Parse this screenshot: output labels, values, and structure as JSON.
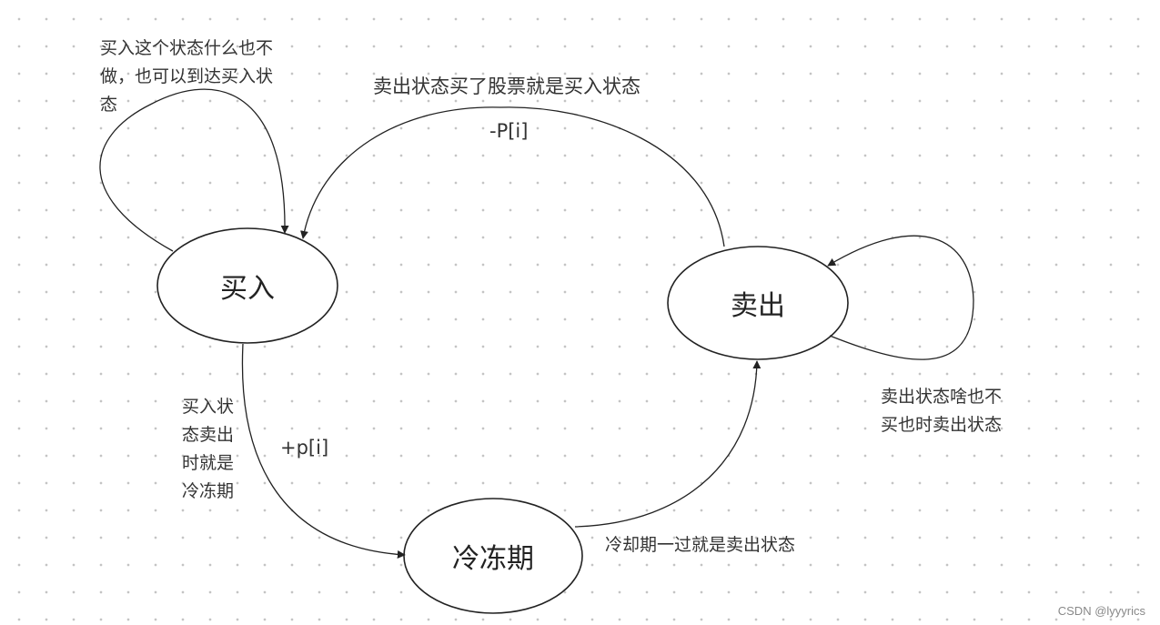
{
  "nodes": {
    "buy": "买入",
    "sell": "卖出",
    "cooldown": "冷冻期"
  },
  "notes": {
    "buy_self_loop": [
      "买入这个状态什么也不",
      "做，也可以到达买入状",
      "态"
    ],
    "sell_to_buy": "卖出状态买了股票就是买入状态",
    "buy_to_cooldown": [
      "买入状",
      "态卖出",
      "时就是",
      "冷冻期"
    ],
    "cooldown_to_sell": "冷却期一过就是卖出状态",
    "sell_self_loop": [
      "卖出状态啥也不",
      "买也时卖出状态"
    ]
  },
  "edge_values": {
    "sell_to_buy": "-P[i]",
    "buy_to_cooldown": "+p[i]"
  },
  "watermark": "CSDN @lyyyrics",
  "colors": {
    "stroke": "#222222",
    "background": "#ffffff",
    "grid_dot": "#c4c4c4"
  }
}
